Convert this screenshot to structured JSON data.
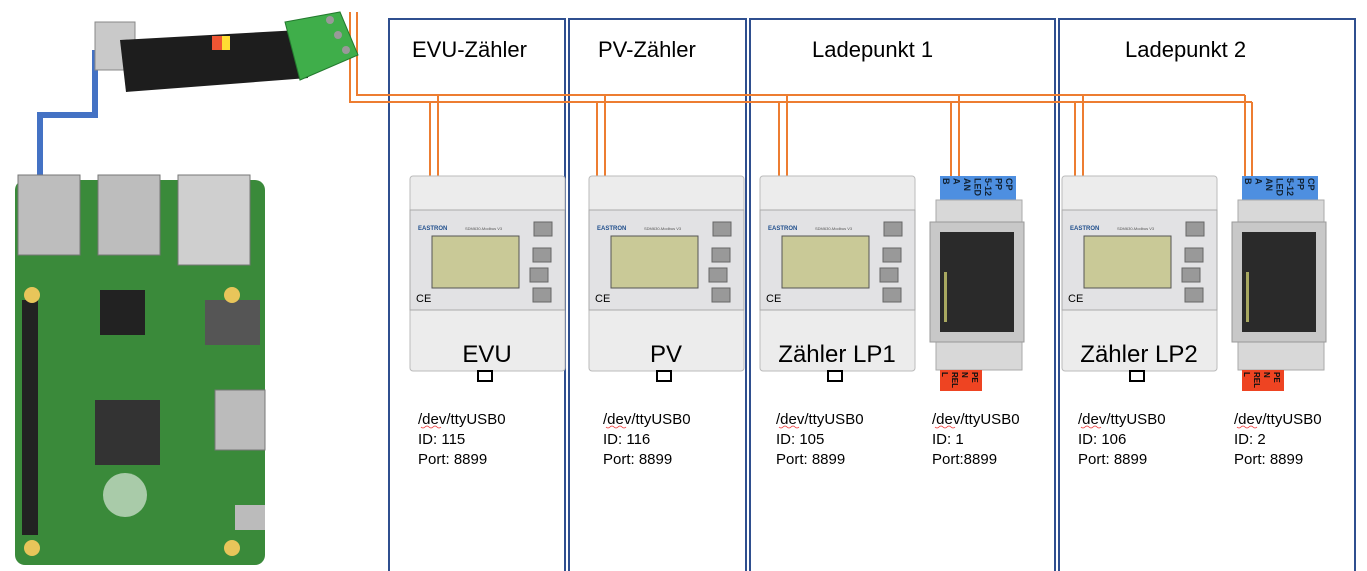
{
  "columns": [
    {
      "title": "EVU-Zähler"
    },
    {
      "title": "PV-Zähler"
    },
    {
      "title": "Ladepunkt 1"
    },
    {
      "title": "Ladepunkt 2"
    }
  ],
  "meters": [
    {
      "label": "EVU",
      "dev": "/dev/ttyUSB0",
      "id": "ID: 115",
      "port": "Port: 8899"
    },
    {
      "label": "PV",
      "dev": "/dev/ttyUSB0",
      "id": "ID: 116",
      "port": "Port: 8899"
    },
    {
      "label": "Zähler LP1",
      "dev": "/dev/ttyUSB0",
      "id": "ID: 105",
      "port": "Port: 8899"
    },
    {
      "label": "Zähler LP2",
      "dev": "/dev/ttyUSB0",
      "id": "ID: 106",
      "port": "Port: 8899"
    }
  ],
  "controllers": [
    {
      "dev": "/dev/ttyUSB0",
      "id": "ID: 1",
      "port": "Port:8899"
    },
    {
      "dev": "/dev/ttyUSB0",
      "id": "ID: 2",
      "port": "Port: 8899"
    }
  ],
  "meter_face": {
    "brand": "EASTRON",
    "model": "SDM630-Modbus V3",
    "ce": "CE"
  },
  "controller_terminals": {
    "top": [
      "B",
      "A",
      "AN",
      "LED",
      "5-12",
      "PP",
      "CP"
    ],
    "bottom": [
      "L",
      "REL",
      "N",
      "PE"
    ]
  },
  "colors": {
    "box_border": "#2f4f8f",
    "wire": "#ed7d31",
    "usb_cable": "#4472c4",
    "pcb": "#3a8a3a"
  }
}
